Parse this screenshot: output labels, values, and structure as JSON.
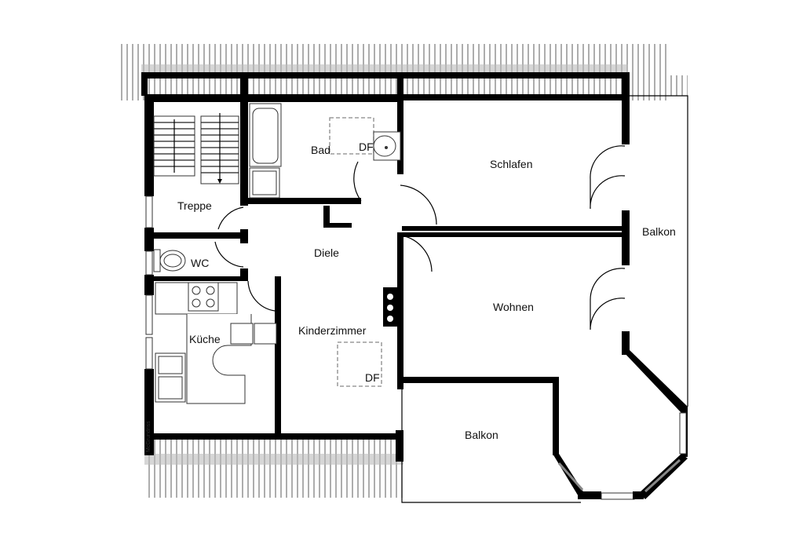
{
  "rooms": {
    "bad": "Bad",
    "bad_df": "DF",
    "treppe": "Treppe",
    "wc": "WC",
    "diele": "Diele",
    "kueche": "Küche",
    "kinderzimmer": "Kinderzimmer",
    "kinder_df": "DF",
    "schlafen": "Schlafen",
    "balkon_east": "Balkon",
    "wohnen": "Wohnen",
    "balkon_south": "Balkon"
  },
  "watermark": "McGrundriss"
}
